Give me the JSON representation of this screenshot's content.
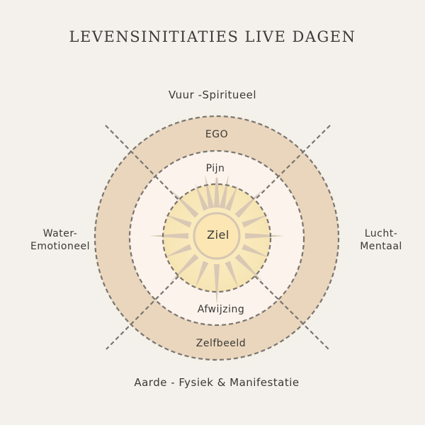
{
  "title": "LEVENSINITIATIES LIVE DAGEN",
  "elements": {
    "top": "Vuur -Spiritueel",
    "left_line1": "Water-",
    "left_line2": "Emotioneel",
    "right_line1": "Lucht-",
    "right_line2": "Mentaal",
    "bottom": "Aarde - Fysiek & Manifestatie"
  },
  "rings": {
    "outer_top": "EGO",
    "outer_bottom": "Zelfbeeld",
    "middle_top": "Pijn",
    "middle_bottom": "Afwijzing",
    "center": "Ziel"
  },
  "colors": {
    "background": "#f4f1ec",
    "outer_ring": "#ead6bd",
    "middle_ring": "#fbf3ec",
    "inner_circle": "#f8e7b8",
    "rays": "#d9c8b4",
    "dashes": "#7a7570",
    "text": "#3a3836"
  }
}
